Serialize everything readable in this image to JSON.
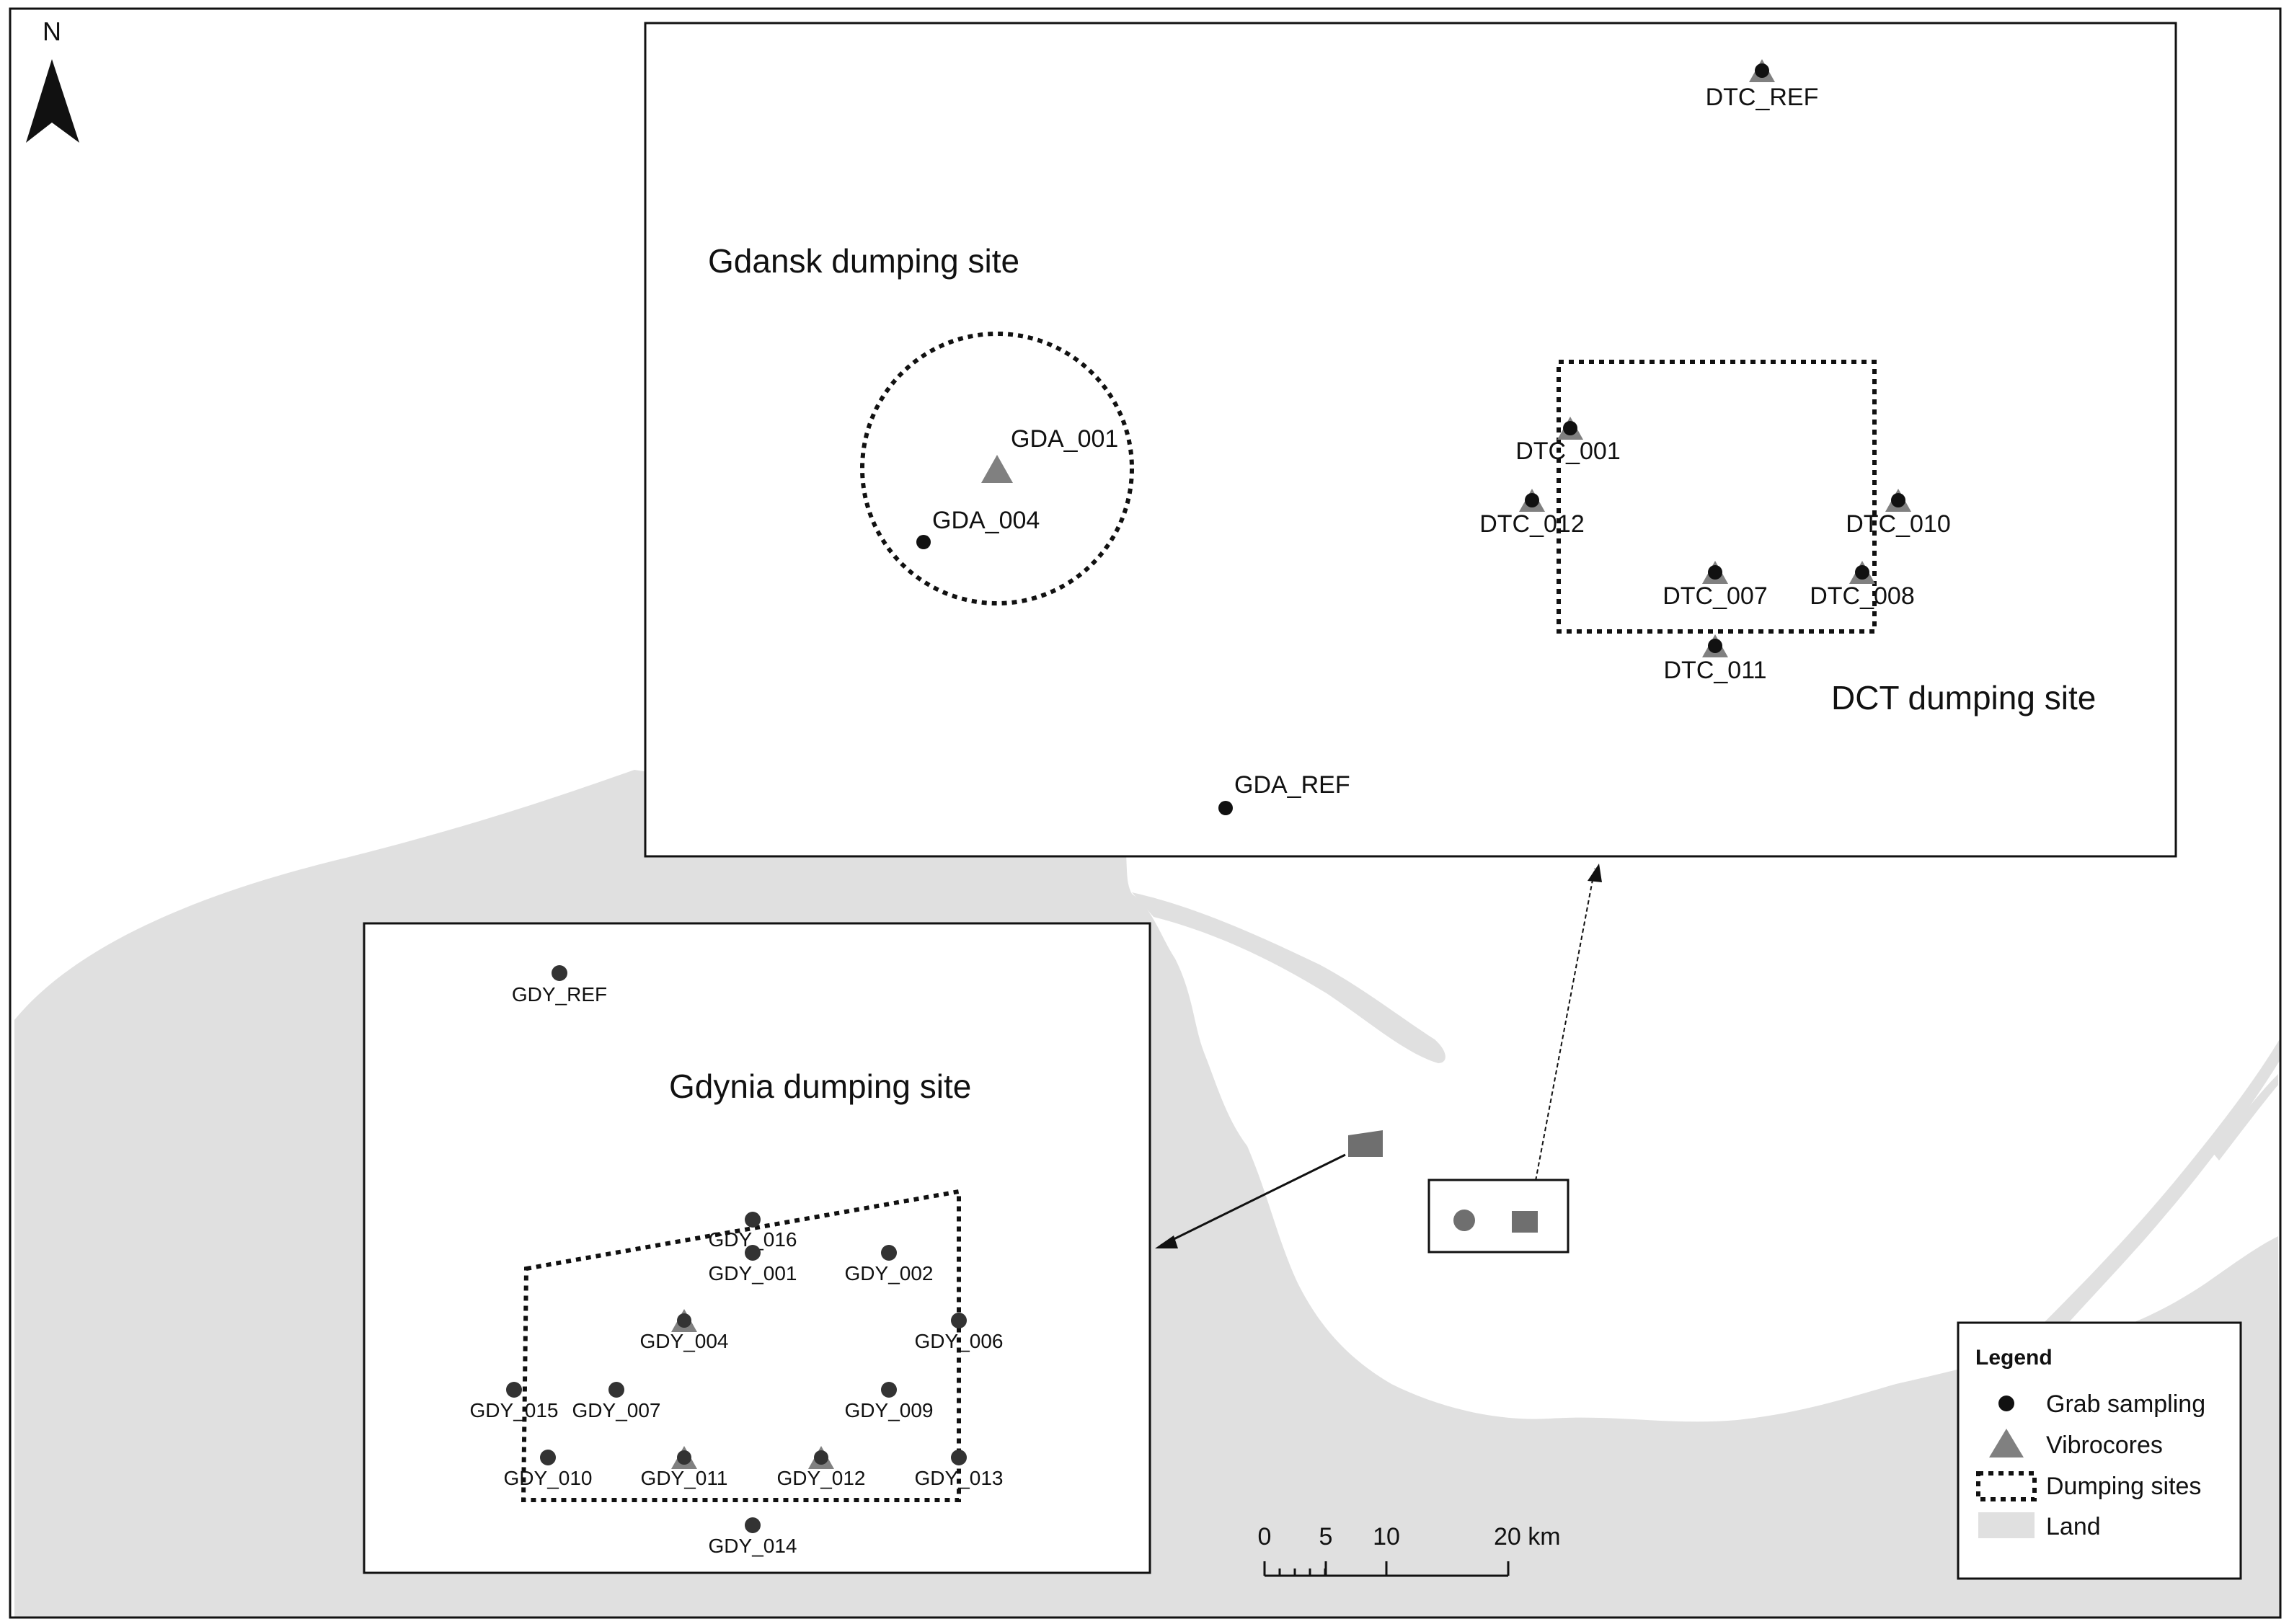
{
  "north_arrow": {
    "label": "N"
  },
  "colors": {
    "land": "#e0e0e0",
    "water": "#ffffff",
    "grab": "#111111",
    "vibrocore": "#808080",
    "main_site_marker": "#6f6f6f",
    "border": "#111111"
  },
  "gdansk_inset": {
    "title": "Gdansk dumping site",
    "stations": [
      {
        "label": "GDA_001",
        "kind": "vibrocore"
      },
      {
        "label": "GDA_004",
        "kind": "grab"
      },
      {
        "label": "GDA_REF",
        "kind": "grab"
      }
    ]
  },
  "dct_inset": {
    "title": "DCT dumping site",
    "stations": [
      {
        "label": "DTC_REF",
        "kind": "both"
      },
      {
        "label": "DTC_001",
        "kind": "both"
      },
      {
        "label": "DTC_012",
        "kind": "both"
      },
      {
        "label": "DTC_010",
        "kind": "both"
      },
      {
        "label": "DTC_007",
        "kind": "both"
      },
      {
        "label": "DTC_008",
        "kind": "both"
      },
      {
        "label": "DTC_011",
        "kind": "both"
      }
    ]
  },
  "gdynia_inset": {
    "title": "Gdynia dumping site",
    "stations": [
      {
        "label": "GDY_REF",
        "kind": "grab"
      },
      {
        "label": "GDY_016",
        "kind": "grab"
      },
      {
        "label": "GDY_001",
        "kind": "grab"
      },
      {
        "label": "GDY_002",
        "kind": "grab"
      },
      {
        "label": "GDY_004",
        "kind": "both"
      },
      {
        "label": "GDY_006",
        "kind": "grab"
      },
      {
        "label": "GDY_015",
        "kind": "grab"
      },
      {
        "label": "GDY_007",
        "kind": "grab"
      },
      {
        "label": "GDY_009",
        "kind": "grab"
      },
      {
        "label": "GDY_010",
        "kind": "grab"
      },
      {
        "label": "GDY_011",
        "kind": "both"
      },
      {
        "label": "GDY_012",
        "kind": "both"
      },
      {
        "label": "GDY_013",
        "kind": "grab"
      },
      {
        "label": "GDY_014",
        "kind": "grab"
      }
    ]
  },
  "scale_bar": {
    "ticks": [
      "0",
      "5",
      "10",
      "20 km"
    ]
  },
  "legend": {
    "title": "Legend",
    "items": [
      {
        "label": "Grab sampling",
        "symbol": "grab"
      },
      {
        "label": "Vibrocores",
        "symbol": "vibrocore"
      },
      {
        "label": "Dumping sites",
        "symbol": "dumping-site"
      },
      {
        "label": "Land",
        "symbol": "land"
      }
    ]
  }
}
